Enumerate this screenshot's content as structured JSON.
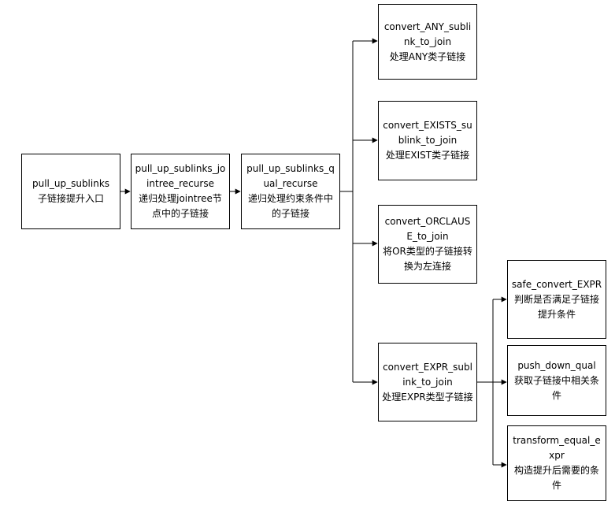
{
  "nodes": {
    "pull_up_sublinks": {
      "func": "pull_up_sublinks",
      "desc": "子链接提升入口"
    },
    "jointree": {
      "func": "pull_up_sublinks_jointree_recurse",
      "desc": "递归处理jointree节点中的子链接"
    },
    "qual": {
      "func": "pull_up_sublinks_qual_recurse",
      "desc": "递归处理约束条件中的子链接"
    },
    "any": {
      "func": "convert_ANY_sublink_to_join",
      "desc": "处理ANY类子链接"
    },
    "exists": {
      "func": "convert_EXISTS_sublink_to_join",
      "desc": "处理EXIST类子链接"
    },
    "orclause": {
      "func": "convert_ORCLAUSE_to_join",
      "desc": "将OR类型的子链接转换为左连接"
    },
    "expr": {
      "func": "convert_EXPR_sublink_to_join",
      "desc": "处理EXPR类型子链接"
    },
    "safe": {
      "func": "safe_convert_EXPR",
      "desc": "判断是否满足子链接提升条件"
    },
    "pushdown": {
      "func": "push_down_qual",
      "desc": "获取子链接中相关条件"
    },
    "transform": {
      "func": "transform_equal_expr",
      "desc": "构造提升后需要的条件"
    }
  }
}
